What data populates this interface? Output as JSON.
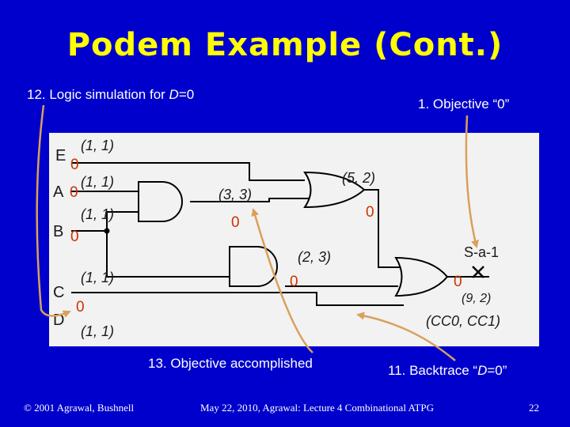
{
  "title": "Podem Example (Cont.)",
  "notes": {
    "step12_prefix": "12. Logic simulation for ",
    "step12_var": "D",
    "step12_suffix": "=0",
    "step1": "1. Objective “0”",
    "step13": "13. Objective accomplished",
    "step11_prefix": "11. Backtrace “",
    "step11_var": "D",
    "step11_suffix": "=0”"
  },
  "circuit": {
    "inputs": {
      "E": "E",
      "A": "A",
      "B": "B",
      "C": "C",
      "D": "D"
    },
    "controllability": {
      "e": "(1, 1)",
      "a": "(1, 1)",
      "b": "(1, 1)",
      "c": "(1, 1)",
      "d": "(1, 1)",
      "and1": "(3, 3)",
      "or1": "(5, 2)",
      "and2": "(2, 3)",
      "out": "(9, 2)"
    },
    "values": {
      "e": "0",
      "a": "0",
      "b": "0",
      "d": "0",
      "and1": "0",
      "or1": "0",
      "and2": "0",
      "out": "0"
    },
    "fault": "S-a-1",
    "legend": "(CC0, CC1)"
  },
  "colors": {
    "background": "#0000cc",
    "title": "#ffff00",
    "panel": "#f2f2f2",
    "zero_value": "#cc3300",
    "arrow": "#d9a05b"
  },
  "footer": {
    "left": "© 2001 Agrawal, Bushnell",
    "center": "May 22, 2010, Agrawal: Lecture 4 Combinational ATPG",
    "page": "22"
  }
}
